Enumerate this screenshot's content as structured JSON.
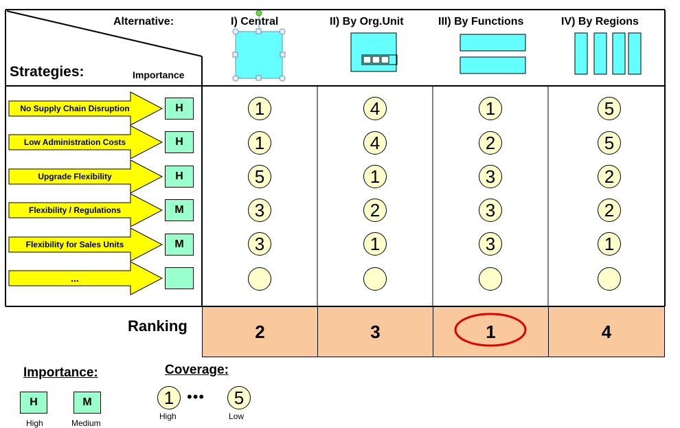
{
  "header": {
    "alternative_label": "Alternative:",
    "strategies_label": "Strategies:",
    "importance_label": "Importance"
  },
  "alternatives": [
    {
      "title": "I) Central",
      "icon": "central-square-icon"
    },
    {
      "title": "II) By Org.Unit",
      "icon": "org-unit-icon"
    },
    {
      "title": "III) By Functions",
      "icon": "functions-bars-icon"
    },
    {
      "title": "IV) By Regions",
      "icon": "regions-columns-icon"
    }
  ],
  "strategies": [
    {
      "label": "No Supply Chain Disruption",
      "importance": "H",
      "coverage": [
        "1",
        "4",
        "1",
        "5"
      ]
    },
    {
      "label": "Low Administration Costs",
      "importance": "H",
      "coverage": [
        "1",
        "4",
        "2",
        "5"
      ]
    },
    {
      "label": "Upgrade Flexibility",
      "importance": "H",
      "coverage": [
        "5",
        "1",
        "3",
        "2"
      ]
    },
    {
      "label": "Flexibility / Regulations",
      "importance": "M",
      "coverage": [
        "3",
        "2",
        "3",
        "2"
      ]
    },
    {
      "label": "Flexibility for Sales Units",
      "importance": "M",
      "coverage": [
        "3",
        "1",
        "3",
        "1"
      ]
    },
    {
      "label": "...",
      "importance": "",
      "coverage": [
        "",
        "",
        "",
        ""
      ]
    }
  ],
  "ranking": {
    "label": "Ranking",
    "values": [
      "2",
      "3",
      "1",
      "4"
    ],
    "highlighted_index": 2
  },
  "legend": {
    "importance_title": "Importance:",
    "high_letter": "H",
    "high_label": "High",
    "medium_letter": "M",
    "medium_label": "Medium",
    "coverage_title": "Coverage:",
    "coverage_start": "1",
    "coverage_dots": "•••",
    "coverage_end": "5",
    "coverage_high_label": "High",
    "coverage_low_label": "Low"
  },
  "colors": {
    "arrow_fill": "#ffff00",
    "importance_box": "#99ffcc",
    "coverage_circle": "#ffffcc",
    "icon_fill": "#66ffff",
    "ranking_fill": "#f9c89c",
    "highlight_ring": "#e00000"
  }
}
